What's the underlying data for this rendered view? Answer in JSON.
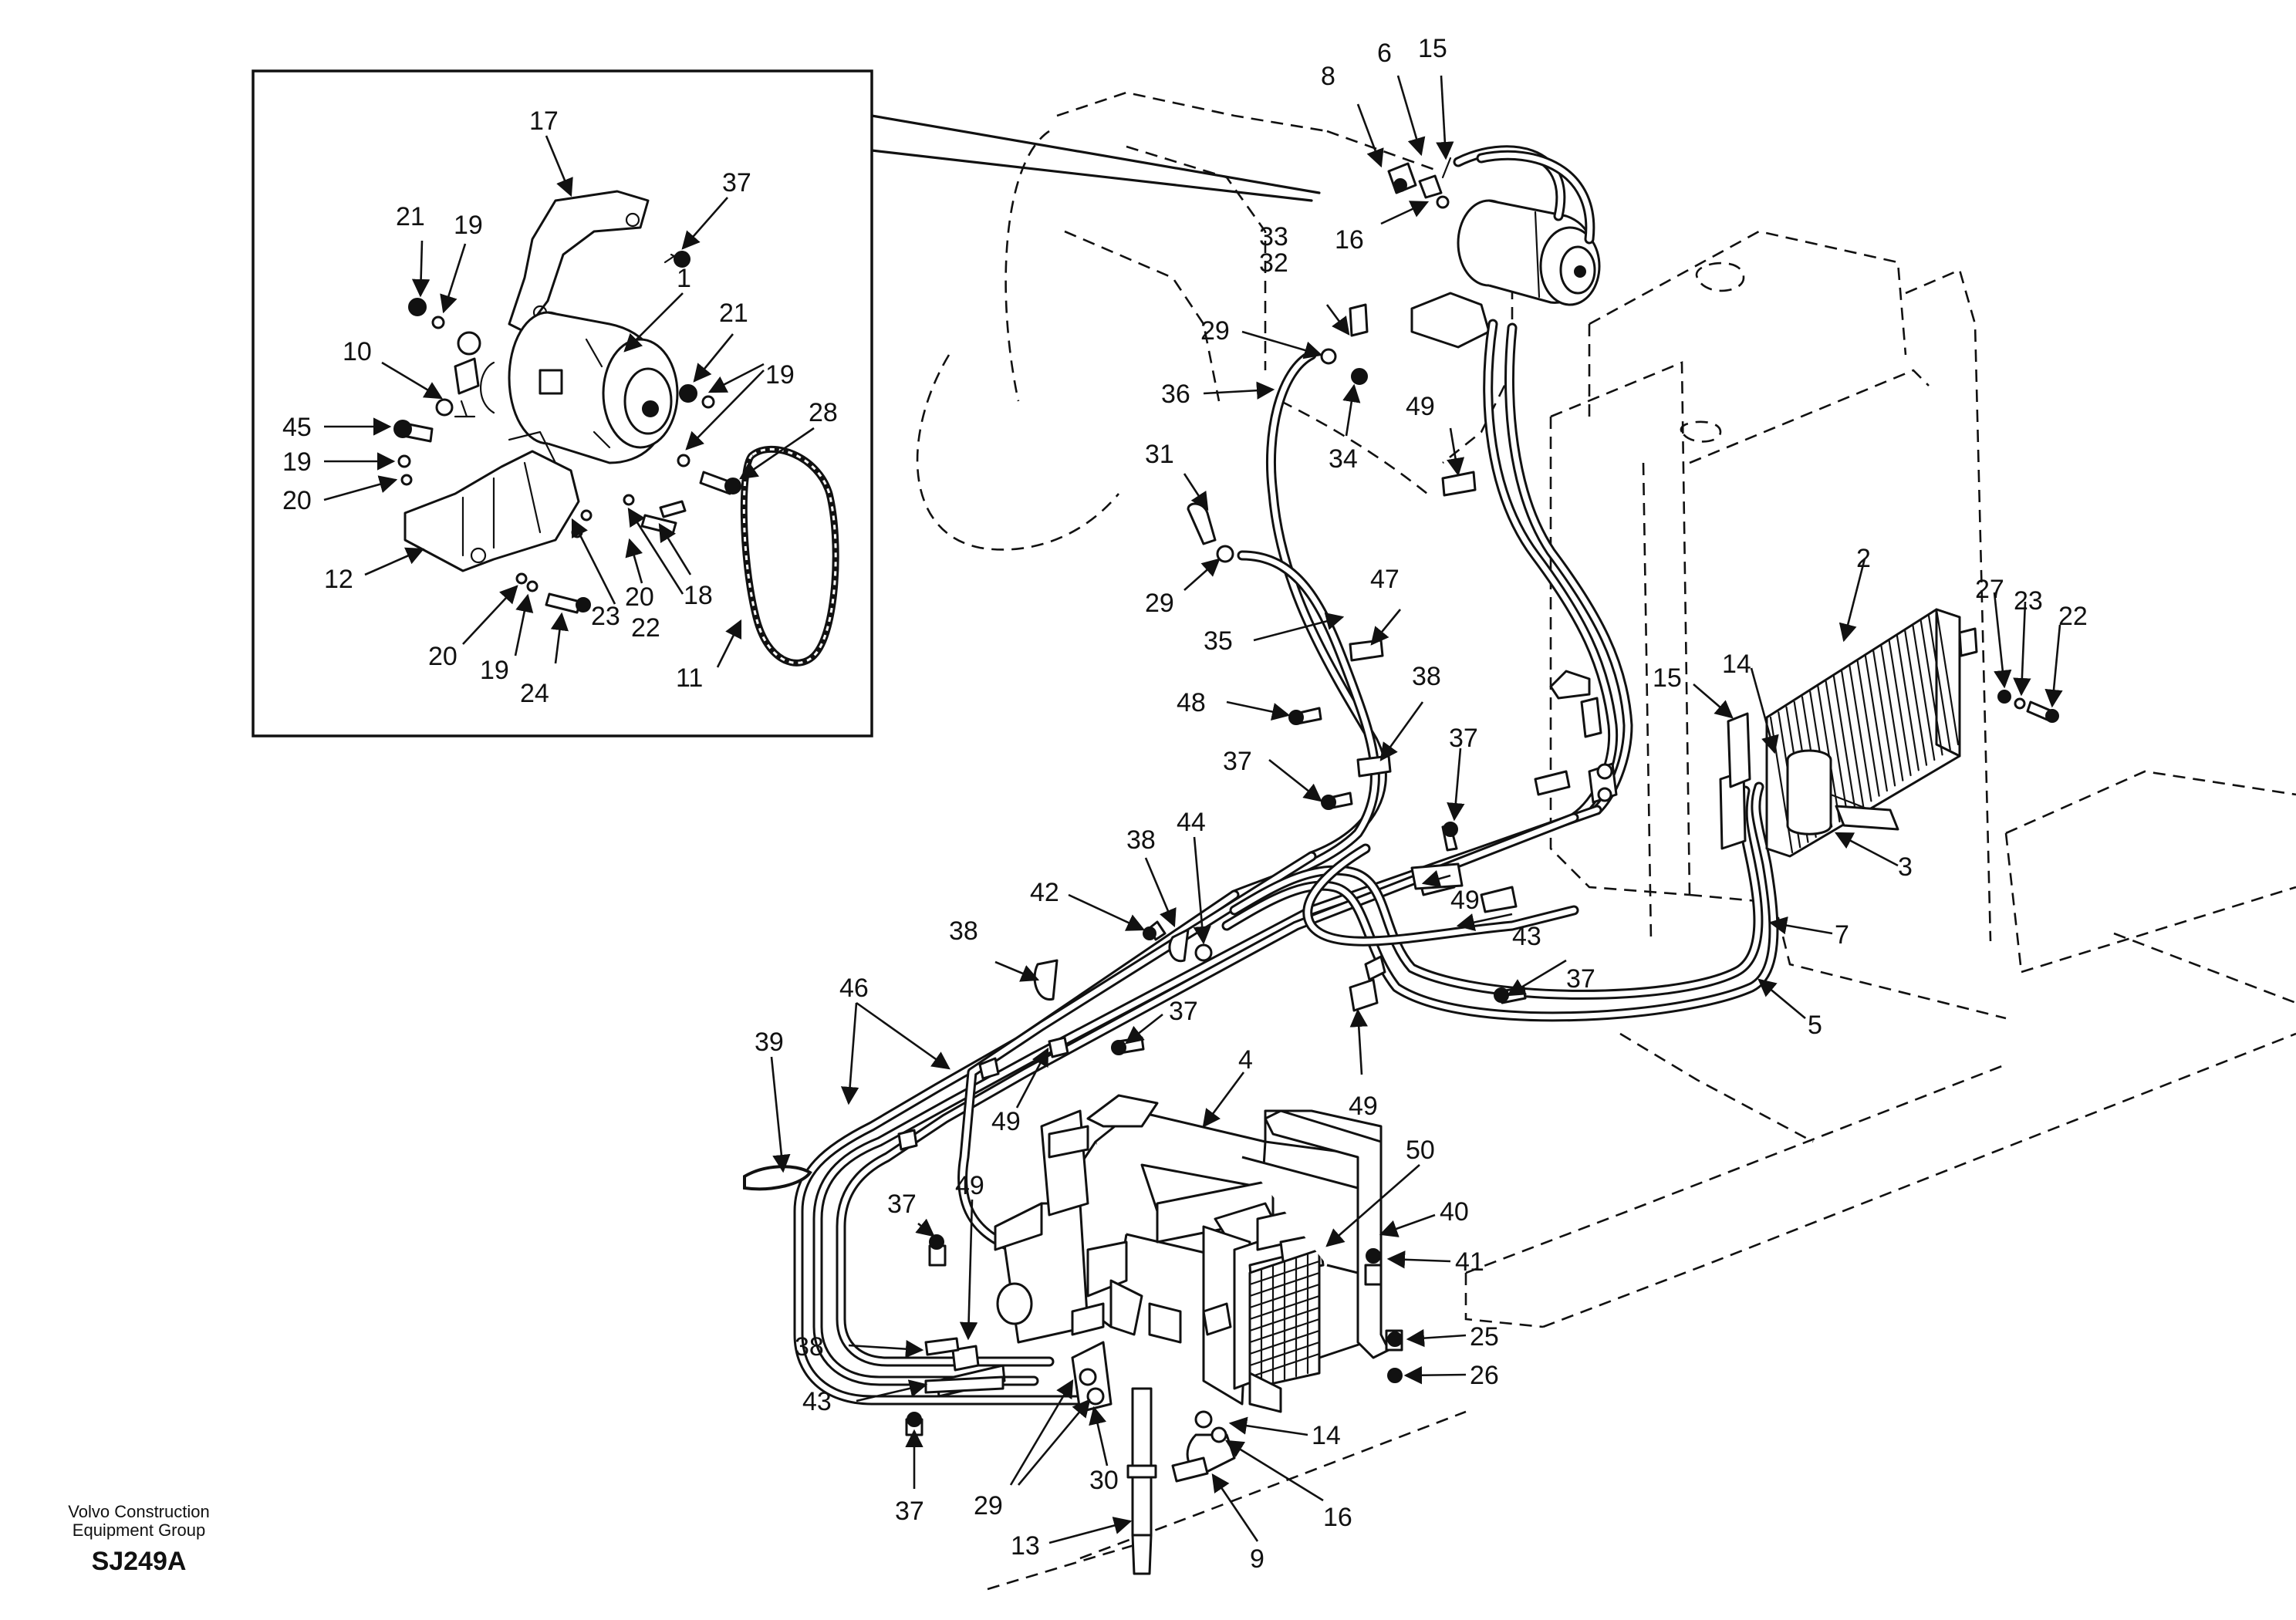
{
  "footer": {
    "company_line1": "Volvo Construction",
    "company_line2": "Equipment Group",
    "drawing_code": "SJ249A"
  },
  "callouts": {
    "c1": "1",
    "c2": "2",
    "c3": "3",
    "c4": "4",
    "c5": "5",
    "c6": "6",
    "c7": "7",
    "c8": "8",
    "c9": "9",
    "c10": "10",
    "c11": "11",
    "c12": "12",
    "c13": "13",
    "c14": "14",
    "c15": "15",
    "c16": "16",
    "c17": "17",
    "c18": "18",
    "c19": "19",
    "c20": "20",
    "c21": "21",
    "c22": "22",
    "c23": "23",
    "c24": "24",
    "c25": "25",
    "c26": "26",
    "c27": "27",
    "c28": "28",
    "c29": "29",
    "c30": "30",
    "c31": "31",
    "c32": "32",
    "c33": "33",
    "c34": "34",
    "c35": "35",
    "c36": "36",
    "c37": "37",
    "c38": "38",
    "c39": "39",
    "c40": "40",
    "c41": "41",
    "c42": "42",
    "c43": "43",
    "c44": "44",
    "c45": "45",
    "c46": "46",
    "c47": "47",
    "c48": "48",
    "c49": "49",
    "c50": "50"
  }
}
